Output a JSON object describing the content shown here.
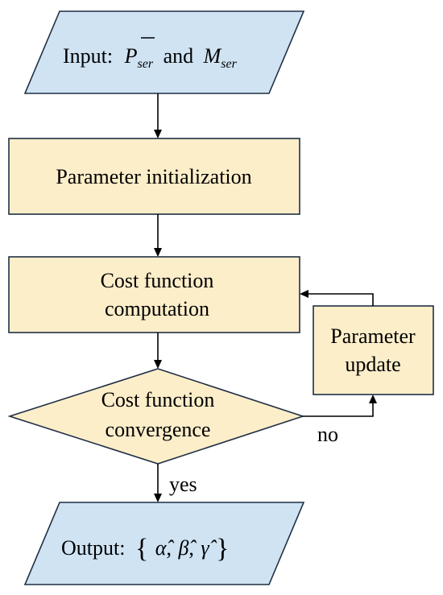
{
  "nodes": {
    "input": {
      "prefix": "Input",
      "sep": ":",
      "var1": "P",
      "var1_sub": "ser",
      "conj": "and",
      "var2": "M",
      "var2_sub": "ser"
    },
    "init": {
      "label": "Parameter initialization"
    },
    "cost": {
      "line1": "Cost function",
      "line2": "computation"
    },
    "update": {
      "line1": "Parameter",
      "line2": "update"
    },
    "conv": {
      "line1": "Cost function",
      "line2": "convergence"
    },
    "output": {
      "prefix": "Output",
      "sep": ":",
      "lbrace": "{",
      "a": "α̂",
      "comma1": ",",
      "b": "β̂",
      "comma2": ",",
      "g": "γ̂",
      "rbrace": "}"
    }
  },
  "edges": {
    "yes": "yes",
    "no": "no"
  },
  "colors": {
    "io_fill": "#cfe3f3",
    "process_fill": "#fdeeca",
    "stroke": "#1f2f44"
  }
}
